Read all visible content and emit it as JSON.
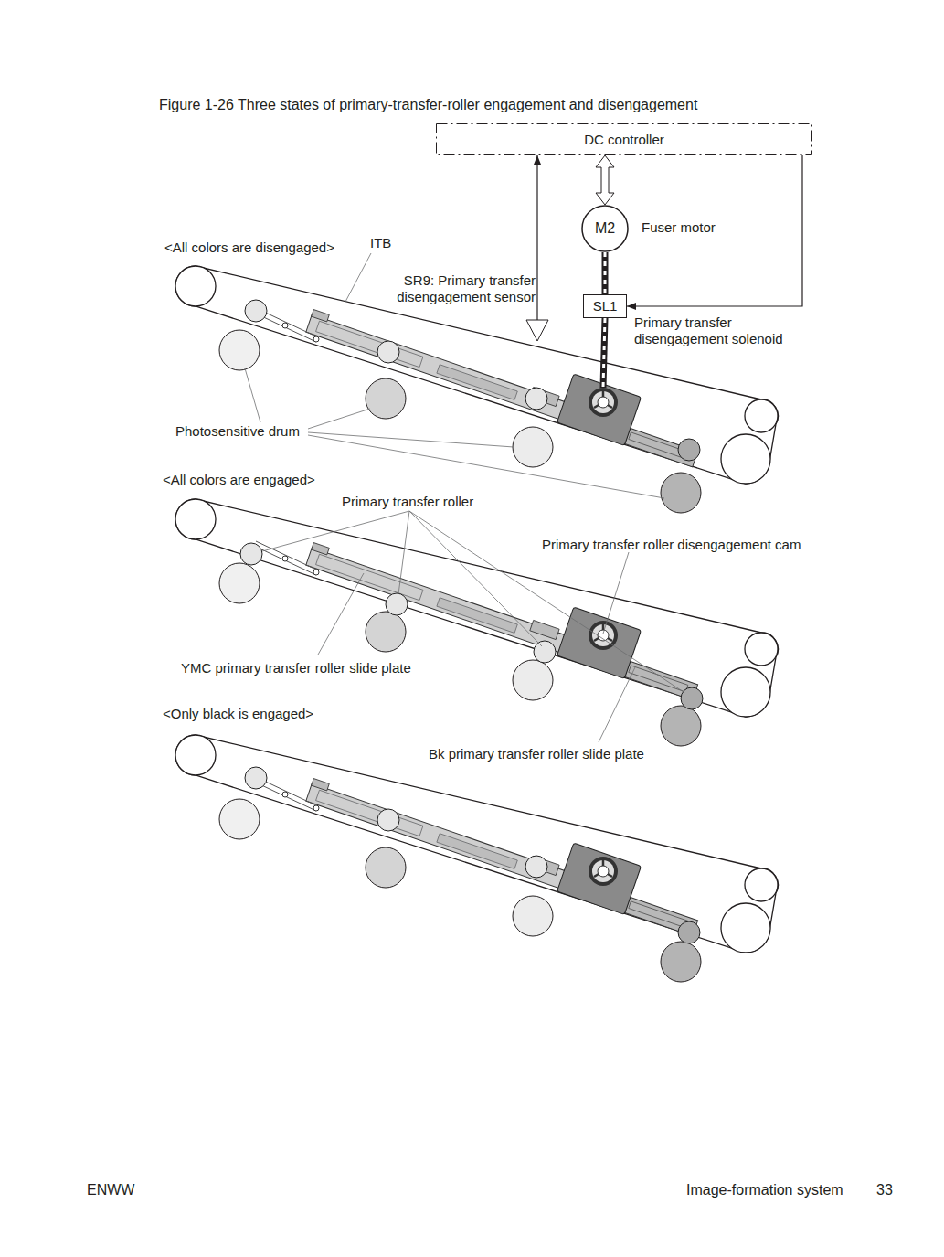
{
  "diagram": {
    "title": "Figure 1-26 Three states of primary-transfer-roller engagement and disengagement",
    "nodes": [
      {
        "text": [
          "DC controller"
        ]
      },
      {
        "text": [
          "M2",
          "Fuser motor"
        ]
      },
      {
        "text": [
          "SR9: Primary transfer disengagement sensor"
        ]
      },
      {
        "text": [
          "SL1",
          "Primary transfer disengagement solenoid"
        ]
      }
    ],
    "edges": [
      {
        "from": 0,
        "to": 1,
        "arrow": "both"
      },
      {
        "from": 2,
        "to": 0,
        "arrow": "to"
      },
      {
        "from": 1,
        "to": 3,
        "arrow": "none"
      },
      {
        "from": 0,
        "to": 3,
        "arrow": "to"
      }
    ],
    "labels": [
      "<All colors are disengaged>",
      "ITB",
      "Photosensitive drum",
      "<All colors are engaged>",
      "Primary transfer roller",
      "Primary transfer roller disengagement cam",
      "YMC primary transfer roller slide plate",
      "Bk primary transfer roller slide plate",
      "<Only black is engaged>",
      "ENWW",
      "Image-formation system",
      "33"
    ]
  }
}
